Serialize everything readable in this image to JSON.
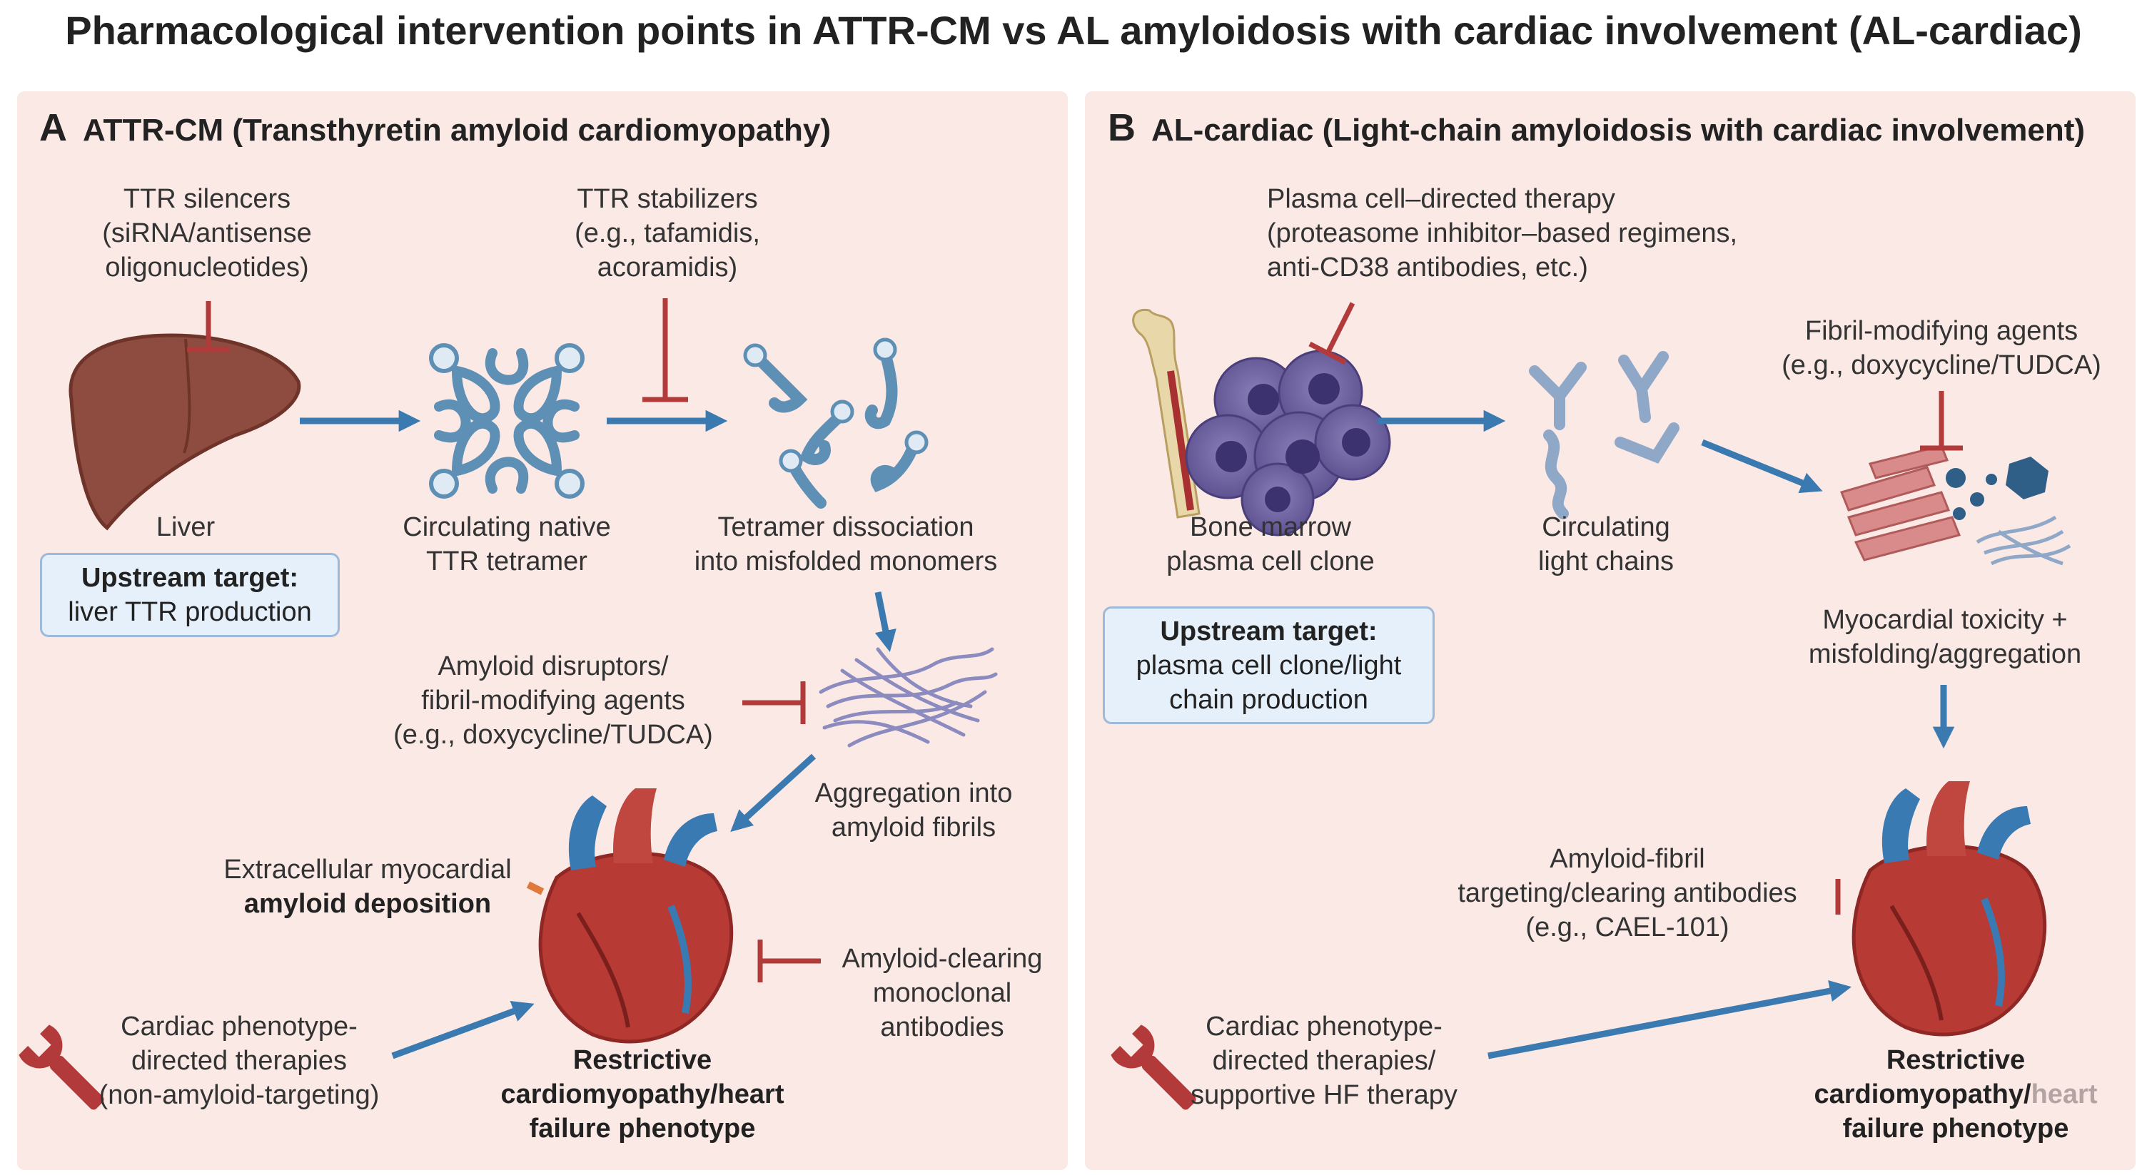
{
  "title": "Pharmacological intervention points in ATTR-CM vs AL amyloidosis with cardiac involvement (AL-cardiac)",
  "panel_a": {
    "letter": "A",
    "title": "ATTR-CM (Transthyretin amyloid cardiomyopathy)",
    "silencers": [
      "TTR silencers",
      "(siRNA/antisense",
      "oligonucleotides)"
    ],
    "stabilizers": [
      "TTR stabilizers",
      "(e.g., tafamidis,",
      "acoramidis)"
    ],
    "liver": "Liver",
    "tetramer": [
      "Circulating native",
      "TTR tetramer"
    ],
    "dissociation": [
      "Tetramer dissociation",
      "into misfolded monomers"
    ],
    "upstream_title": "Upstream target:",
    "upstream_text": "liver TTR production",
    "disruptors": [
      "Amyloid disruptors/",
      "fibril-modifying agents",
      "(e.g., doxycycline/TUDCA)"
    ],
    "aggregation": [
      "Aggregation into",
      "amyloid fibrils"
    ],
    "deposition_line1": "Extracellular myocardial",
    "deposition_line2": "amyloid deposition",
    "clearing": [
      "Amyloid-clearing",
      "monoclonal",
      "antibodies"
    ],
    "cardiac": [
      "Cardiac phenotype-",
      "directed therapies",
      "(non-amyloid-targeting)"
    ],
    "outcome": [
      "Restrictive",
      "cardiomyopathy/heart",
      "failure phenotype"
    ]
  },
  "panel_b": {
    "letter": "B",
    "title": "AL-cardiac (Light-chain amyloidosis with cardiac involvement)",
    "plasma_therapy": [
      "Plasma cell–directed therapy",
      "(proteasome inhibitor–based regimens,",
      "anti-CD38 antibodies, etc.)"
    ],
    "fibril_agents": [
      "Fibril-modifying agents",
      "(e.g., doxycycline/TUDCA)"
    ],
    "marrow": [
      "Bone marrow",
      "plasma cell clone"
    ],
    "light_chains": [
      "Circulating",
      "light chains"
    ],
    "toxicity": [
      "Myocardial toxicity +",
      "misfolding/aggregation"
    ],
    "upstream_title": "Upstream target:",
    "upstream_lines": [
      "plasma cell clone/light",
      "chain production"
    ],
    "antibodies": [
      "Amyloid-fibril",
      "targeting/clearing antibodies",
      "(e.g., CAEL-101)"
    ],
    "cardiac": [
      "Cardiac phenotype-",
      "directed therapies/",
      "supportive HF therapy"
    ],
    "outcome_line1": "Restrictive",
    "outcome_line2a": "cardiomyopathy/",
    "outcome_line2b": "heart",
    "outcome_line3": "failure phenotype"
  },
  "colors": {
    "panel_bg": "#fbe9e6",
    "arrow_blue": "#3b7ab0",
    "inhibitor_red": "#b23a3a",
    "box_bg": "#e6f0fb",
    "protein_blue": "#6f9fc0",
    "liver": "#8e4b3f",
    "heart_red": "#b83a35",
    "fibril_purple": "#8c8bbf"
  },
  "icons": [
    "liver-icon",
    "ttr-tetramer-icon",
    "monomer-icon",
    "fibril-icon",
    "heart-icon",
    "wrench-icon",
    "bone-marrow-icon",
    "plasma-cell-icon",
    "light-chain-icon",
    "myocardial-tissue-icon"
  ]
}
